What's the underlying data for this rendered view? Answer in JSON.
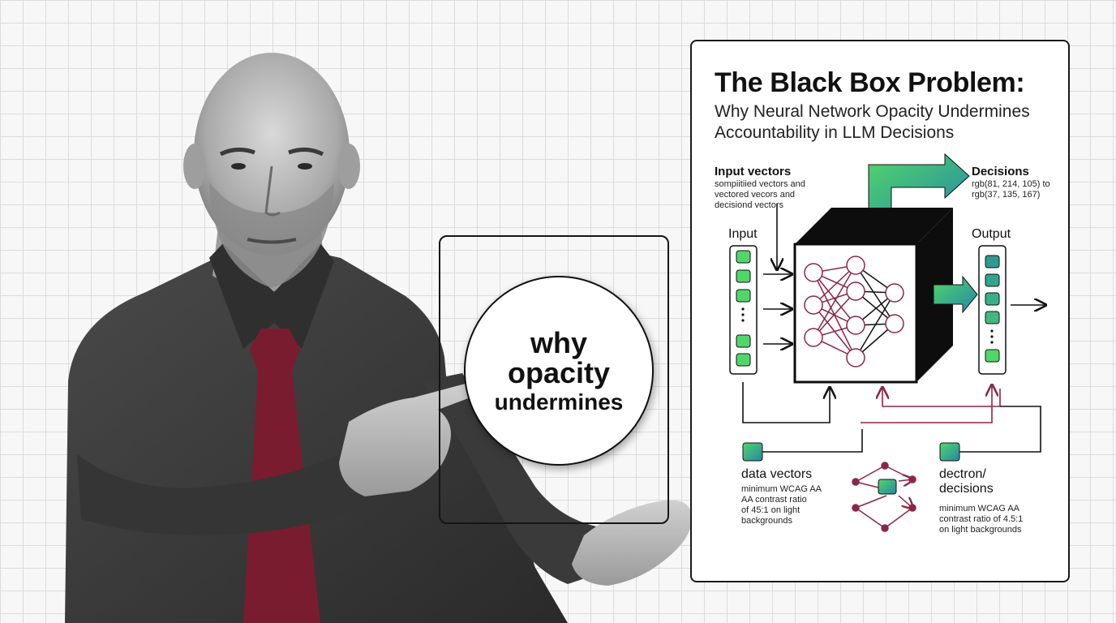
{
  "bubble": {
    "line1": "why",
    "line2": "opacity",
    "line3": "undermines"
  },
  "poster": {
    "title": "The Black Box Problem:",
    "subtitle": "Why Neural Network Opacity Undermines Accountability in LLM Decisions",
    "input_vectors": {
      "heading": "Input vectors",
      "desc": [
        "sompiitiied vectors and",
        "vectored vecors and",
        "decisiond vectors"
      ]
    },
    "decisions": {
      "heading": "Decisions",
      "desc": [
        "rgb(81, 214, 105) to",
        "rgb(37, 135, 167)"
      ]
    },
    "input_label": "Input",
    "output_label": "Output",
    "data_vectors": {
      "heading": "data vectors",
      "desc": [
        "minimum WCAG AA",
        "AA contrast ratio",
        "of 45:1 on light",
        "backgrounds"
      ]
    },
    "decision_block": {
      "heading_lines": [
        "dectron/",
        "decisions"
      ],
      "desc": [
        "minimum WCAG AA",
        "contrast ratio of 4.5:1",
        "on light backgrounds"
      ]
    }
  },
  "colors": {
    "green_start": "#51d669",
    "green_end": "#2587a7",
    "network_maroon": "#8a2745",
    "tie_maroon": "#7a1c30",
    "box_black": "#0d0d0d"
  }
}
